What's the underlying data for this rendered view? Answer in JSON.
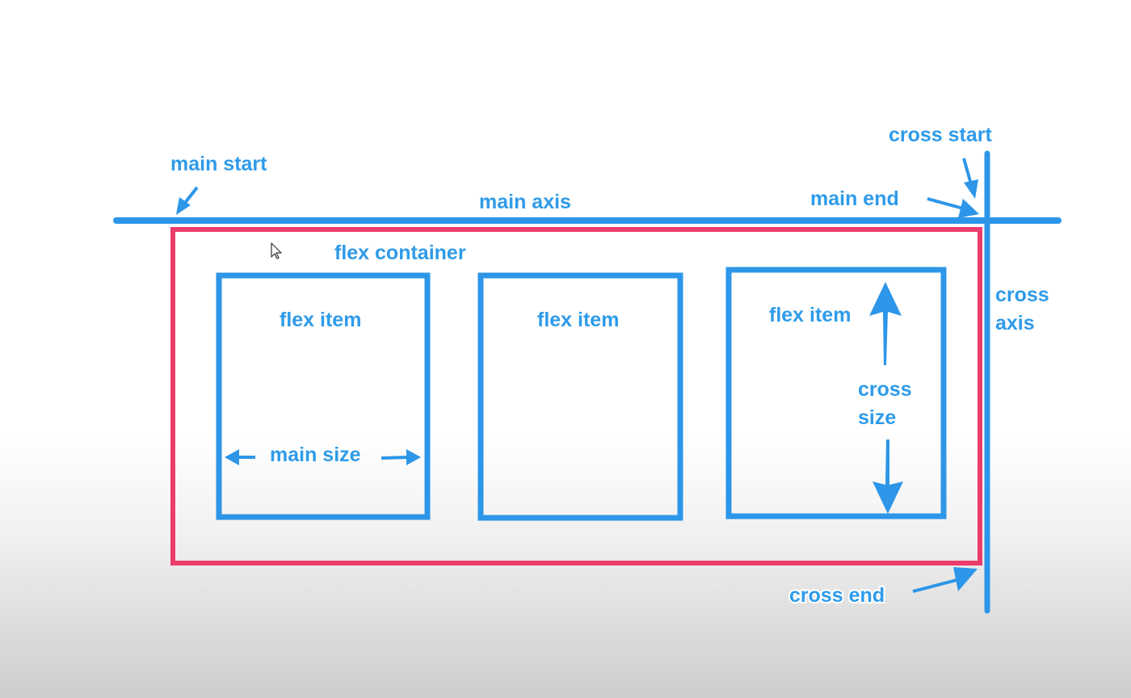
{
  "colors": {
    "axis": "#2d96e8",
    "label": "#2f9be9",
    "container_border": "#ec3c6b",
    "background": "#ffffff"
  },
  "labels": {
    "main_start": "main start",
    "main_axis": "main axis",
    "main_end": "main end",
    "cross_start": "cross start",
    "cross_axis_line1": "cross",
    "cross_axis_line2": "axis",
    "flex_container": "flex container",
    "flex_item_1": "flex item",
    "flex_item_2": "flex item",
    "flex_item_3": "flex item",
    "main_size": "main size",
    "cross_size_line1": "cross",
    "cross_size_line2": "size",
    "cross_end": "cross end"
  },
  "icons": {
    "cursor": "mouse-pointer-icon"
  }
}
